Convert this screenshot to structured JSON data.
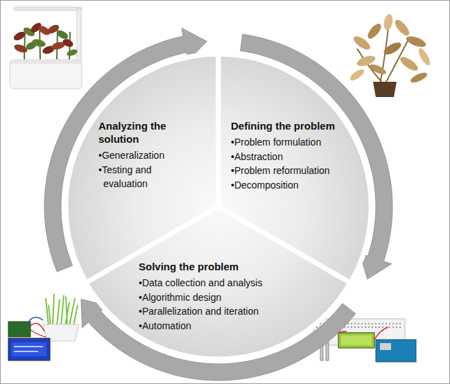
{
  "diagram": {
    "nodes": [
      {
        "text": [
          "Analyzing the solution",
          "•Generalization",
          "•Testing and evaluation"
        ]
      },
      {
        "text": [
          "Defining the problem",
          "•Problem formulation",
          "•Abstraction",
          "•Problem reformulation",
          "•Decomposition"
        ]
      },
      {
        "text": [
          "Solving the problem",
          "•Data collection and analysis",
          "•Algorithmic design",
          "•Parallelization and iteration",
          "•Automation"
        ]
      }
    ],
    "edges": [
      {
        "from": 0,
        "to": 1,
        "arrow": "to"
      },
      {
        "from": 1,
        "to": 2,
        "arrow": "to"
      },
      {
        "from": 2,
        "to": 0,
        "arrow": "to"
      }
    ]
  }
}
